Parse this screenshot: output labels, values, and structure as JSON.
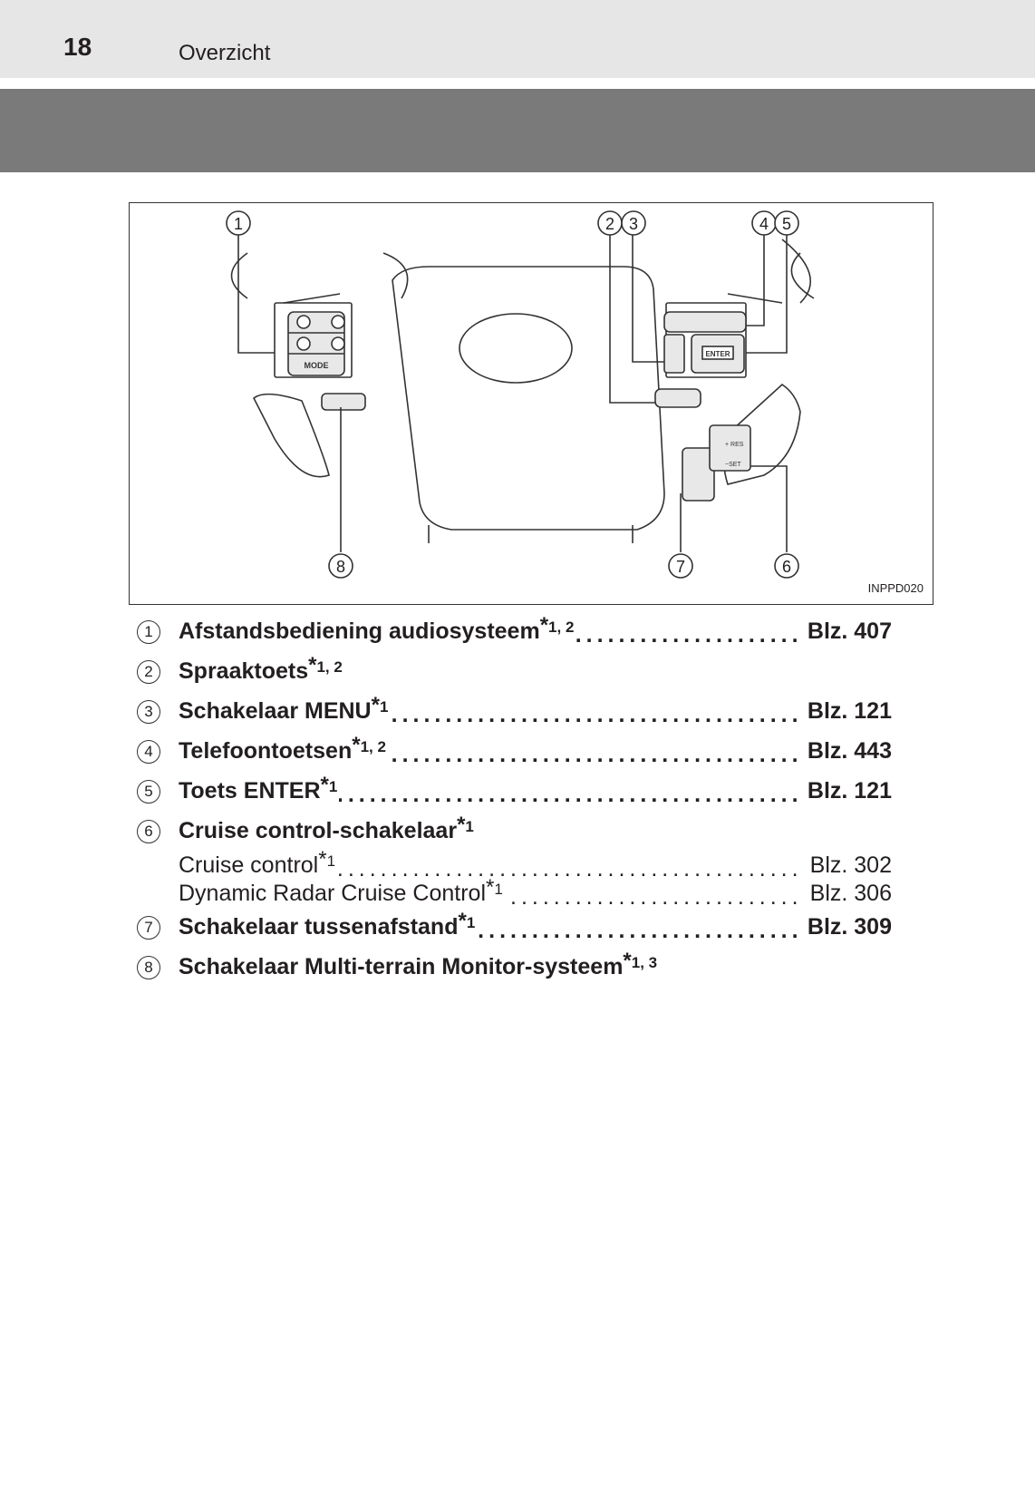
{
  "header": {
    "page_number": "18",
    "section": "Overzicht"
  },
  "figure": {
    "code": "INPPD020",
    "callouts": [
      "1",
      "2",
      "3",
      "4",
      "5",
      "6",
      "7",
      "8"
    ],
    "switch_labels": {
      "mode": "MODE",
      "enter": "ENTER",
      "res": "+ RES",
      "set": "−SET"
    }
  },
  "items": [
    {
      "num": "1",
      "label": "Afstandsbediening audiosysteem",
      "sup": "1, 2",
      "page": "Blz. 407"
    },
    {
      "num": "2",
      "label": "Spraaktoets",
      "sup": "1, 2",
      "page": ""
    },
    {
      "num": "3",
      "label": "Schakelaar MENU",
      "sup": "1",
      "page": "Blz. 121"
    },
    {
      "num": "4",
      "label": "Telefoontoetsen",
      "sup": "1, 2",
      "page": "Blz. 443"
    },
    {
      "num": "5",
      "label": "Toets ENTER",
      "sup": "1",
      "page": "Blz. 121"
    },
    {
      "num": "6",
      "label": "Cruise control-schakelaar",
      "sup": "1",
      "page": ""
    },
    {
      "sub": true,
      "label": "Cruise control",
      "sup": "1",
      "page": "Blz. 302"
    },
    {
      "sub": true,
      "label": "Dynamic Radar Cruise Control",
      "sup": "1",
      "page": "Blz. 306"
    },
    {
      "num": "7",
      "label": "Schakelaar tussenafstand",
      "sup": "1",
      "page": "Blz. 309"
    },
    {
      "num": "8",
      "label": "Schakelaar Multi-terrain Monitor-systeem",
      "sup": "1, 3",
      "page": ""
    }
  ]
}
